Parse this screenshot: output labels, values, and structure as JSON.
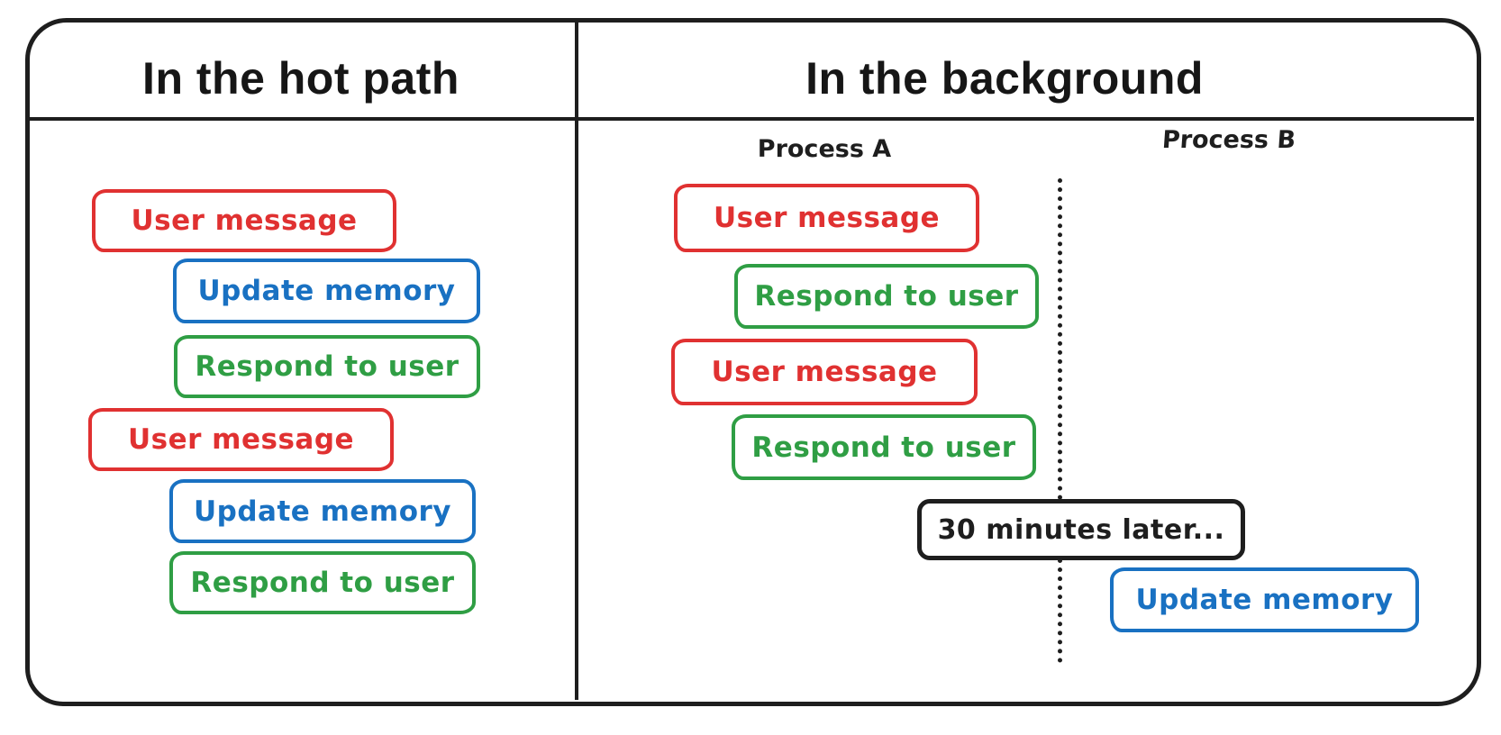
{
  "colors": {
    "red": "#e03131",
    "blue": "#1971c2",
    "green": "#2f9e44",
    "ink": "#1e1e1e"
  },
  "hot_path": {
    "title": "In the hot path",
    "boxes": [
      {
        "label": "User message",
        "color": "red"
      },
      {
        "label": "Update memory",
        "color": "blue"
      },
      {
        "label": "Respond to user",
        "color": "green"
      },
      {
        "label": "User message",
        "color": "red"
      },
      {
        "label": "Update memory",
        "color": "blue"
      },
      {
        "label": "Respond to user",
        "color": "green"
      }
    ]
  },
  "background": {
    "title": "In the background",
    "process_a": {
      "label": "Process A",
      "boxes": [
        {
          "label": "User message",
          "color": "red"
        },
        {
          "label": "Respond to user",
          "color": "green"
        },
        {
          "label": "User message",
          "color": "red"
        },
        {
          "label": "Respond to user",
          "color": "green"
        }
      ]
    },
    "process_b": {
      "label": "Process B",
      "boxes": [
        {
          "label": "Update memory",
          "color": "blue"
        }
      ]
    },
    "timeline_note": {
      "label": "30 minutes later...",
      "color": "ink"
    }
  }
}
